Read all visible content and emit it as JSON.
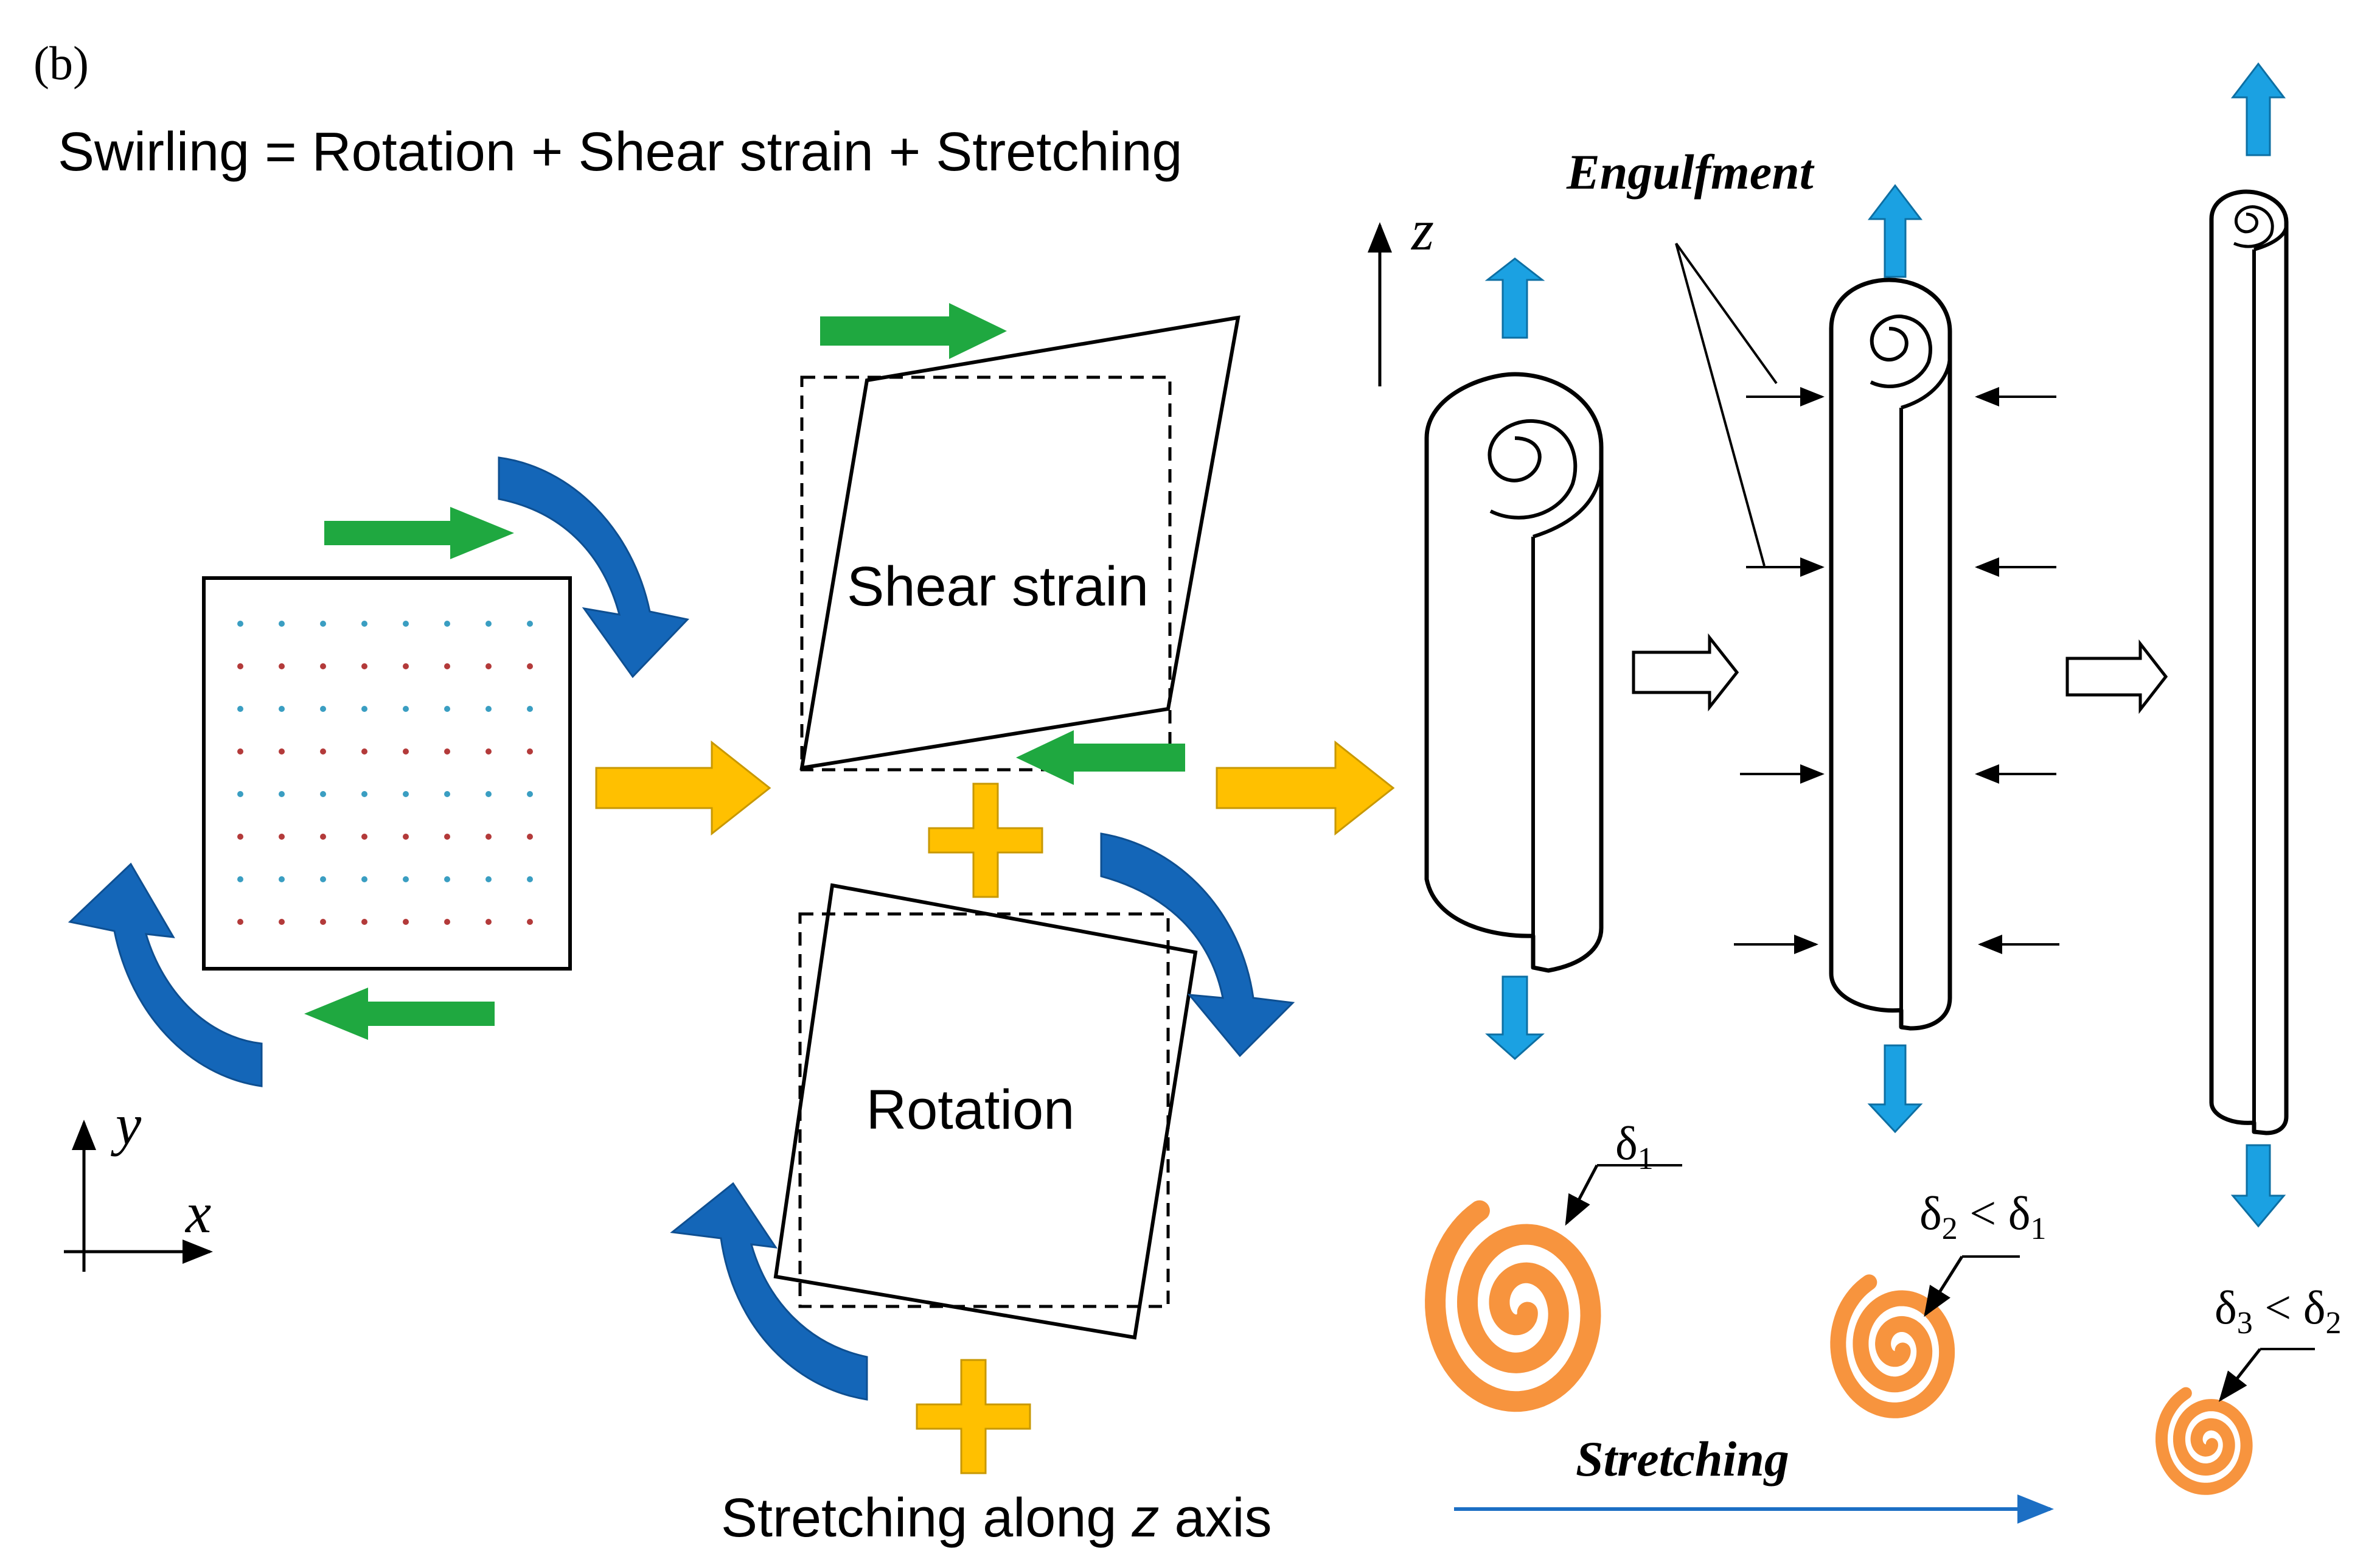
{
  "panel_label": "(b)",
  "headline": "Swirling = Rotation + Shear strain + Stretching",
  "axes_2d": {
    "y": "y",
    "x": "x"
  },
  "axis_3d": {
    "z": "z"
  },
  "boxes": {
    "shear": "Shear strain",
    "rotation": "Rotation"
  },
  "stretching_caption": {
    "prefix": "Stretching along ",
    "axis": "z",
    "suffix": " axis"
  },
  "engulfment_label": "Engulfment",
  "stretching_label": "Stretching",
  "thickness_labels": {
    "d1": {
      "sym": "δ",
      "sub": "1"
    },
    "d2": {
      "sym": "δ",
      "sub": "2",
      "op": " < ",
      "sym2": "δ",
      "sub2": "1"
    },
    "d3": {
      "sym": "δ",
      "sub": "3",
      "op": " < ",
      "sym2": "δ",
      "sub2": "2"
    }
  },
  "colors": {
    "blue_arrow": "#1466b8",
    "green_arrow": "#1fa840",
    "yellow": "#ffc000",
    "cyan_arrow": "#1ba1e2",
    "orange_spiral": "#f7943e",
    "stretch_line": "#1c6fc4",
    "dot_cyan": "#3a9ec2",
    "dot_red": "#b33a3a"
  }
}
